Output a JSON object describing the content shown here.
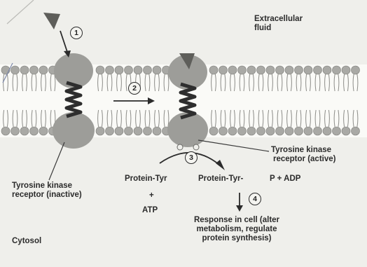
{
  "labels": {
    "extracellular_line1": "Extracellular",
    "extracellular_line2": "fluid",
    "cytosol": "Cytosol",
    "receptor_inactive_line1": "Tyrosine kinase",
    "receptor_inactive_line2": "receptor (inactive)",
    "receptor_active_line1": "Tyrosine kinase",
    "receptor_active_line2": "receptor (active)",
    "protein_tyr": "Protein-Tyr",
    "plus": "+",
    "atp": "ATP",
    "protein_tyr_p": "Protein-Tyr-",
    "phosphate_adp": "P  + ADP",
    "response_line1": "Response in cell (alter",
    "response_line2": "metabolism, regulate",
    "response_line3": "protein synthesis)"
  },
  "steps": [
    "1",
    "2",
    "3",
    "4"
  ],
  "colors": {
    "background": "#efefeb",
    "membrane_band": "#fafaf7",
    "lipid_head": "#a9a9a5",
    "receptor": "#9d9d99",
    "ligand": "#5e5e5a",
    "ink": "#2b2b2b"
  }
}
